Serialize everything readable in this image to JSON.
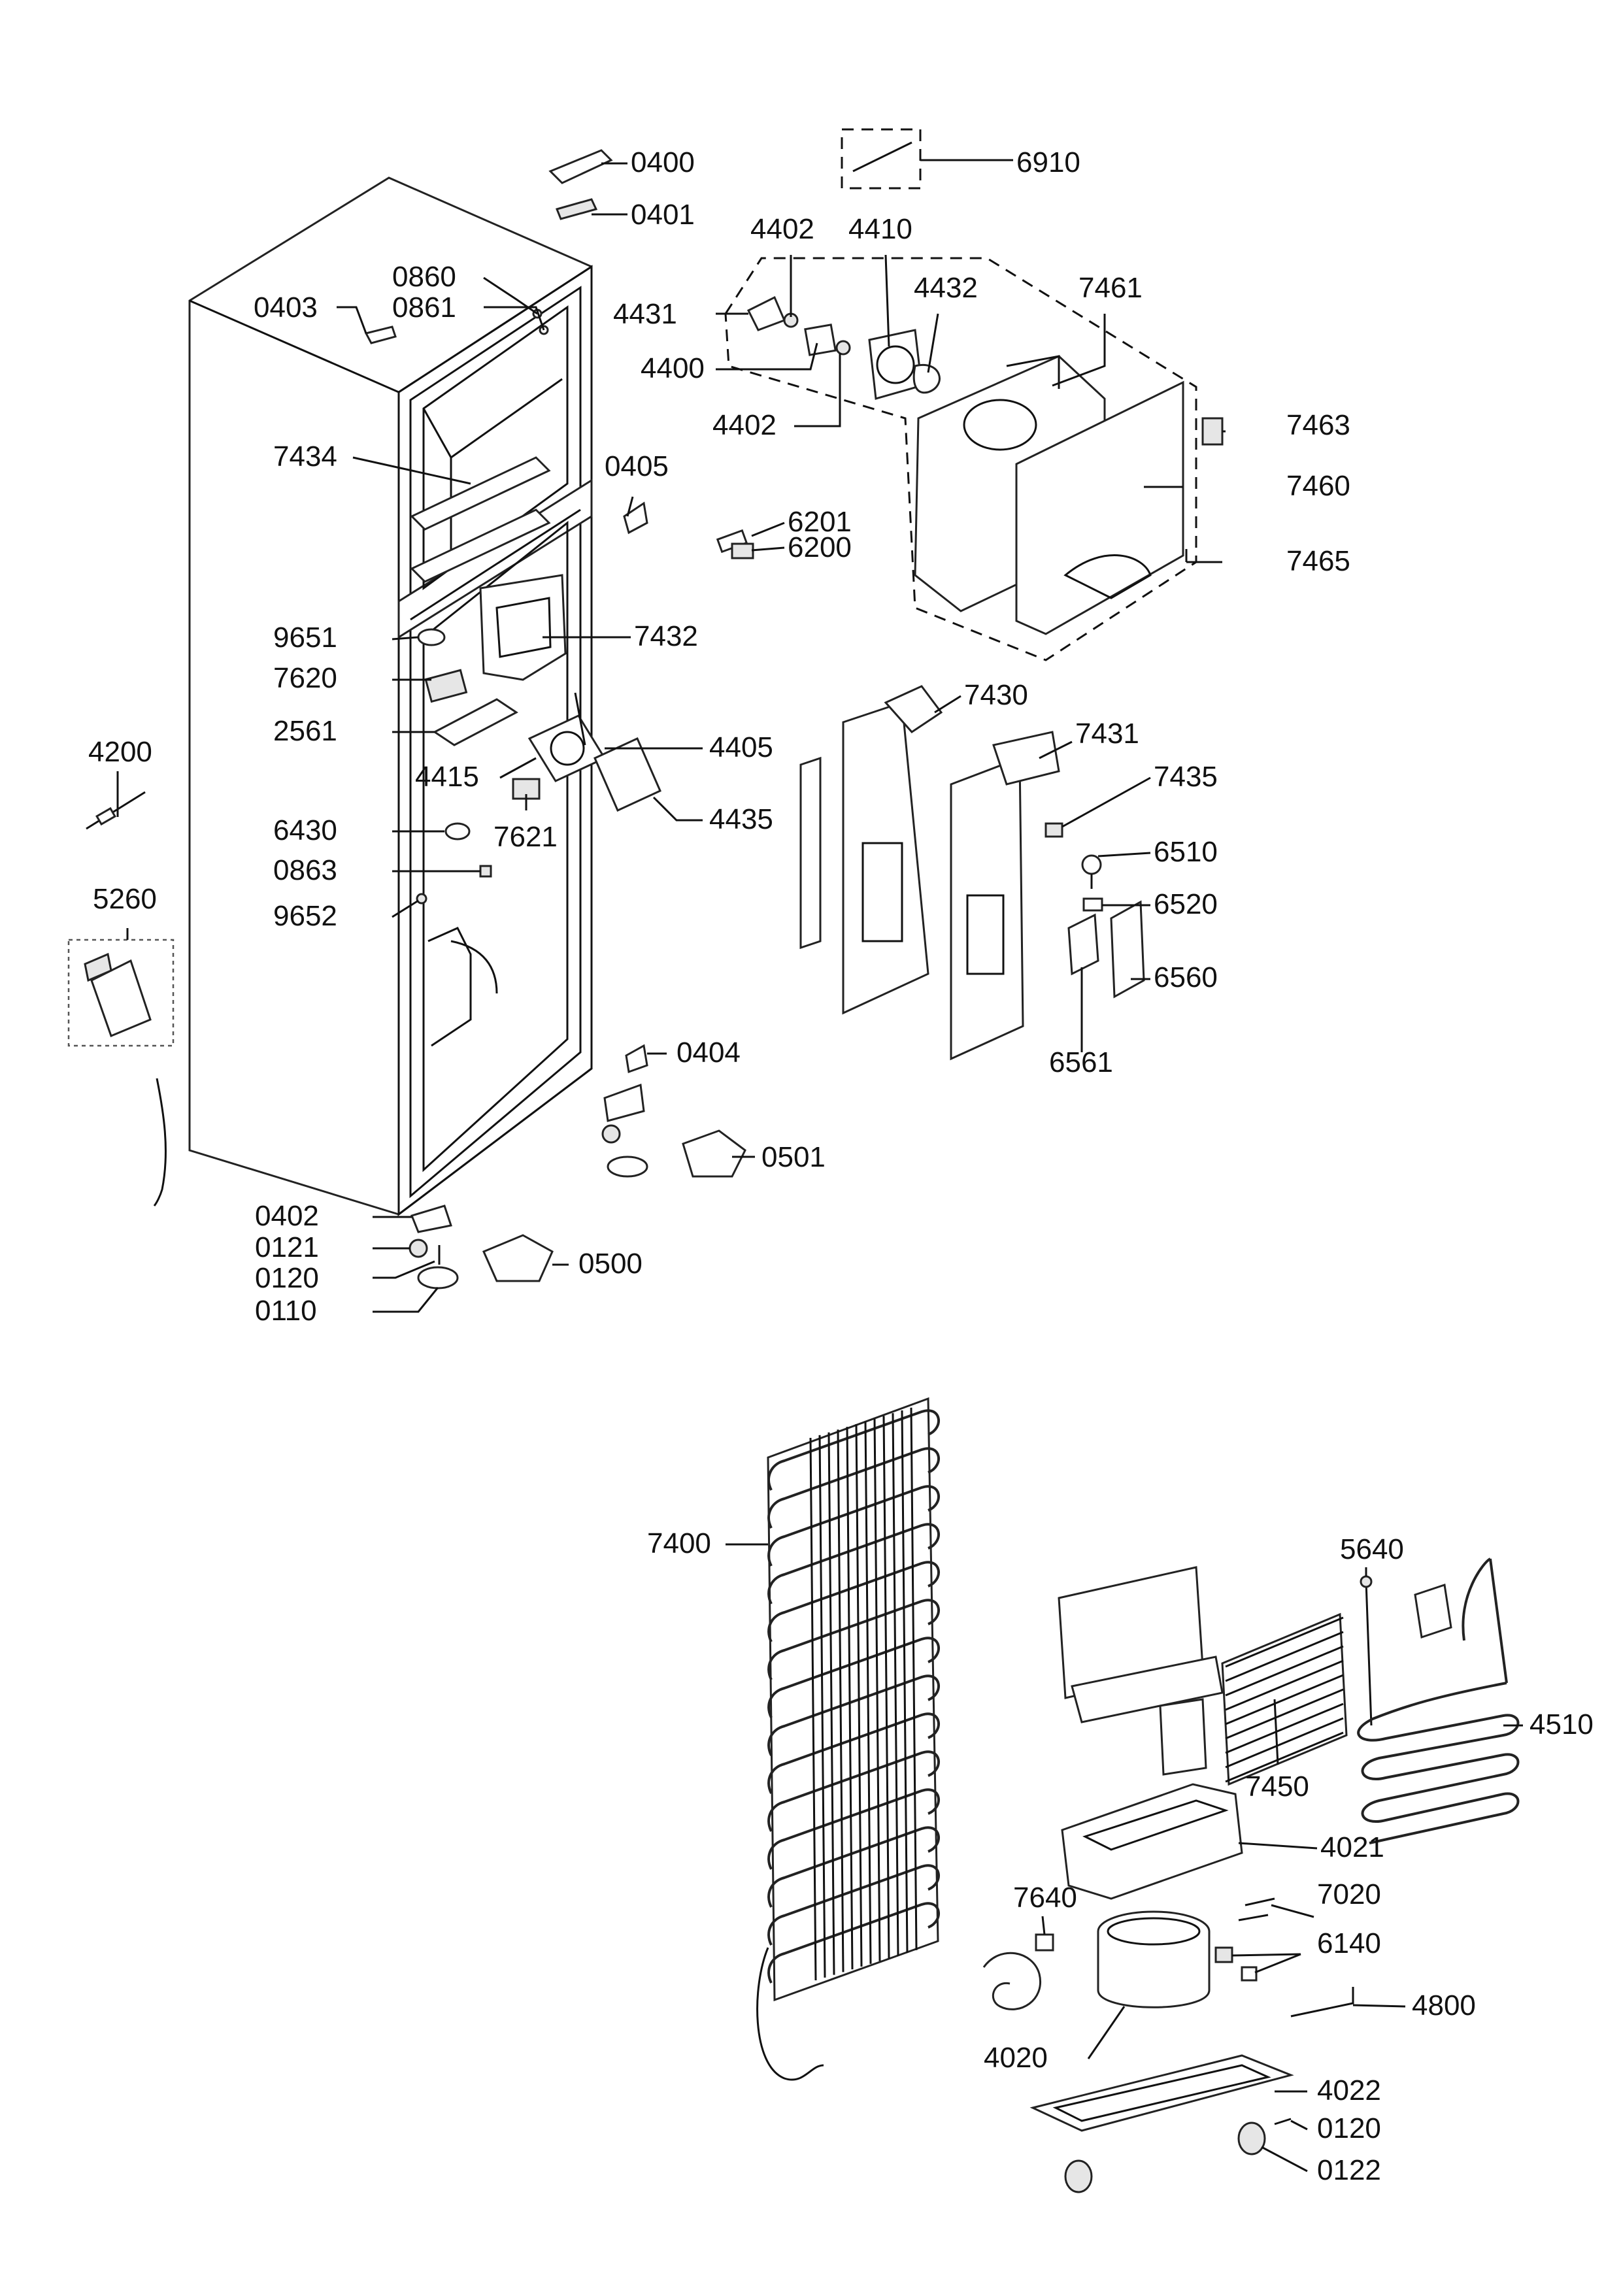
{
  "parts": [
    "0400",
    "0401",
    "6910",
    "4402",
    "4410",
    "0860",
    "0861",
    "0403",
    "4431",
    "4432",
    "7461",
    "4400",
    "4402",
    "7463",
    "7460",
    "7434",
    "0405",
    "6201",
    "6200",
    "7465",
    "9651",
    "7432",
    "7620",
    "2561",
    "7430",
    "7431",
    "4405",
    "4415",
    "7435",
    "4200",
    "4435",
    "6430",
    "7621",
    "6510",
    "5260",
    "0863",
    "6520",
    "9652",
    "6560",
    "6561",
    "0404",
    "0501",
    "0402",
    "0121",
    "0500",
    "0120",
    "0110",
    "7400",
    "5640",
    "4510",
    "7450",
    "4021",
    "7640",
    "7020",
    "6140",
    "4800",
    "4020",
    "4022",
    "0120",
    "0122"
  ]
}
